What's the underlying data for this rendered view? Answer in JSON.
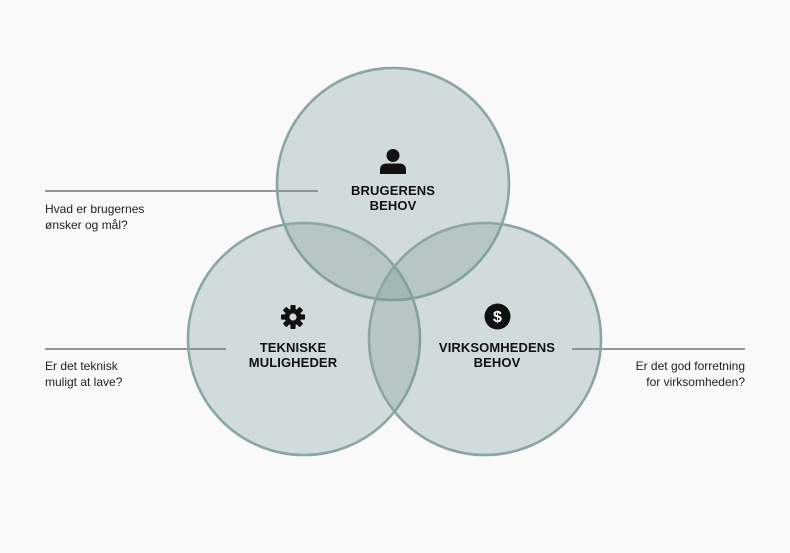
{
  "circles": [
    {
      "key": "user",
      "label_lines": [
        "BRUGERENS",
        "BEHOV"
      ],
      "icon": "user-icon",
      "question_lines": [
        "Hvad er brugernes",
        "ønsker og mål?"
      ]
    },
    {
      "key": "tech",
      "label_lines": [
        "TEKNISKE",
        "MULIGHEDER"
      ],
      "icon": "gear-icon",
      "question_lines": [
        "Er det teknisk",
        "muligt at lave?"
      ]
    },
    {
      "key": "business",
      "label_lines": [
        "VIRKSOMHEDENS",
        "BEHOV"
      ],
      "icon": "dollar-icon",
      "question_lines": [
        "Er det god forretning",
        "for virksomheden?"
      ]
    }
  ],
  "colors": {
    "circle_fill": "#769694",
    "circle_stroke": "#8aa5a3",
    "background": "#f9f9f9",
    "text": "#111111"
  }
}
